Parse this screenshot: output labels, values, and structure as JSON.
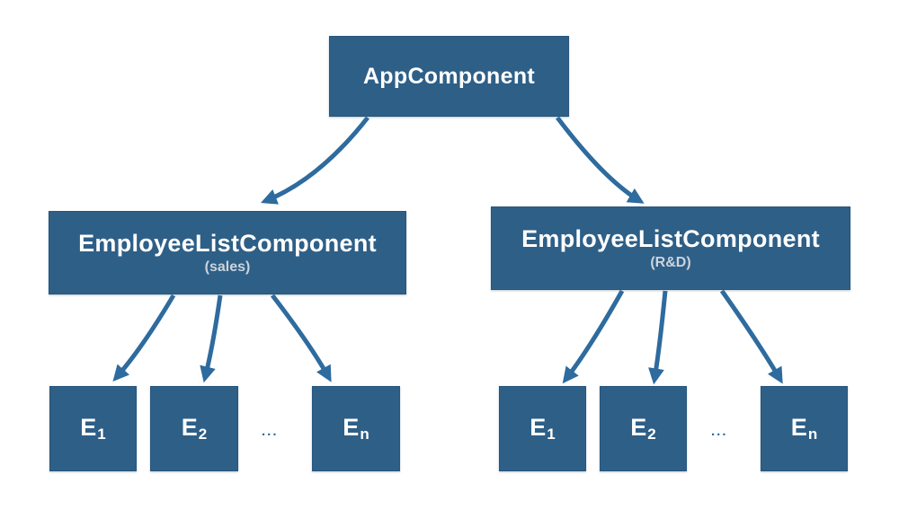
{
  "colors": {
    "box_fill": "#2e5f87",
    "box_border": "#27567d",
    "arrow": "#2e6b9e",
    "title_text": "#ffffff",
    "subtitle_text": "#ccd4dc",
    "background": "#ffffff"
  },
  "root": {
    "label": "AppComponent"
  },
  "branches": [
    {
      "label": "EmployeeListComponent",
      "sublabel": "(sales)",
      "ellipsis": "...",
      "leaves": [
        {
          "base": "E",
          "sub": "1"
        },
        {
          "base": "E",
          "sub": "2"
        },
        {
          "base": "E",
          "sub": "n"
        }
      ]
    },
    {
      "label": "EmployeeListComponent",
      "sublabel": "(R&D)",
      "ellipsis": "...",
      "leaves": [
        {
          "base": "E",
          "sub": "1"
        },
        {
          "base": "E",
          "sub": "2"
        },
        {
          "base": "E",
          "sub": "n"
        }
      ]
    }
  ]
}
